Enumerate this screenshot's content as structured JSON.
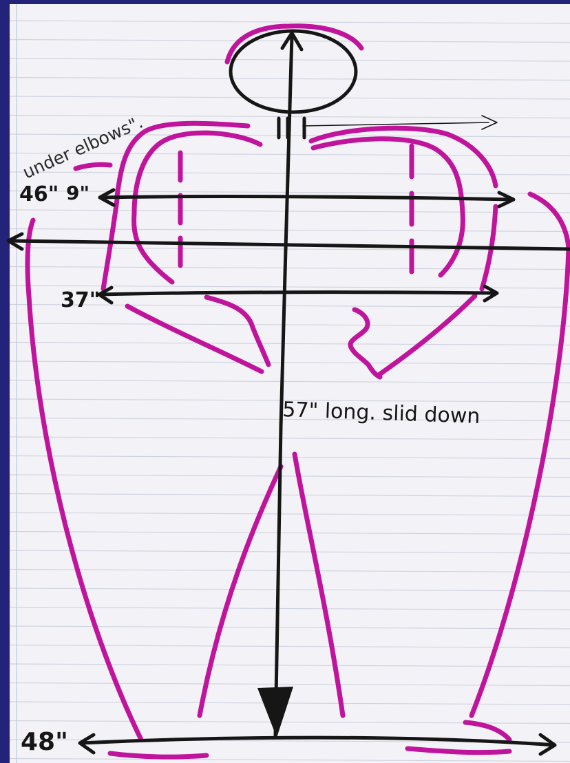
{
  "annotations": {
    "under_elbows": "under elbows\".",
    "shoulder_left": "46\"",
    "shoulder_right": "9\"",
    "mid_width": "37\"",
    "length": "57\" long. slid down",
    "bottom_width": "48\""
  },
  "colors": {
    "frame": "#23237a",
    "paper": "#f3f2f6",
    "ruling": "#cfd3df",
    "ink": "#161616",
    "marker": "#c0149c"
  }
}
